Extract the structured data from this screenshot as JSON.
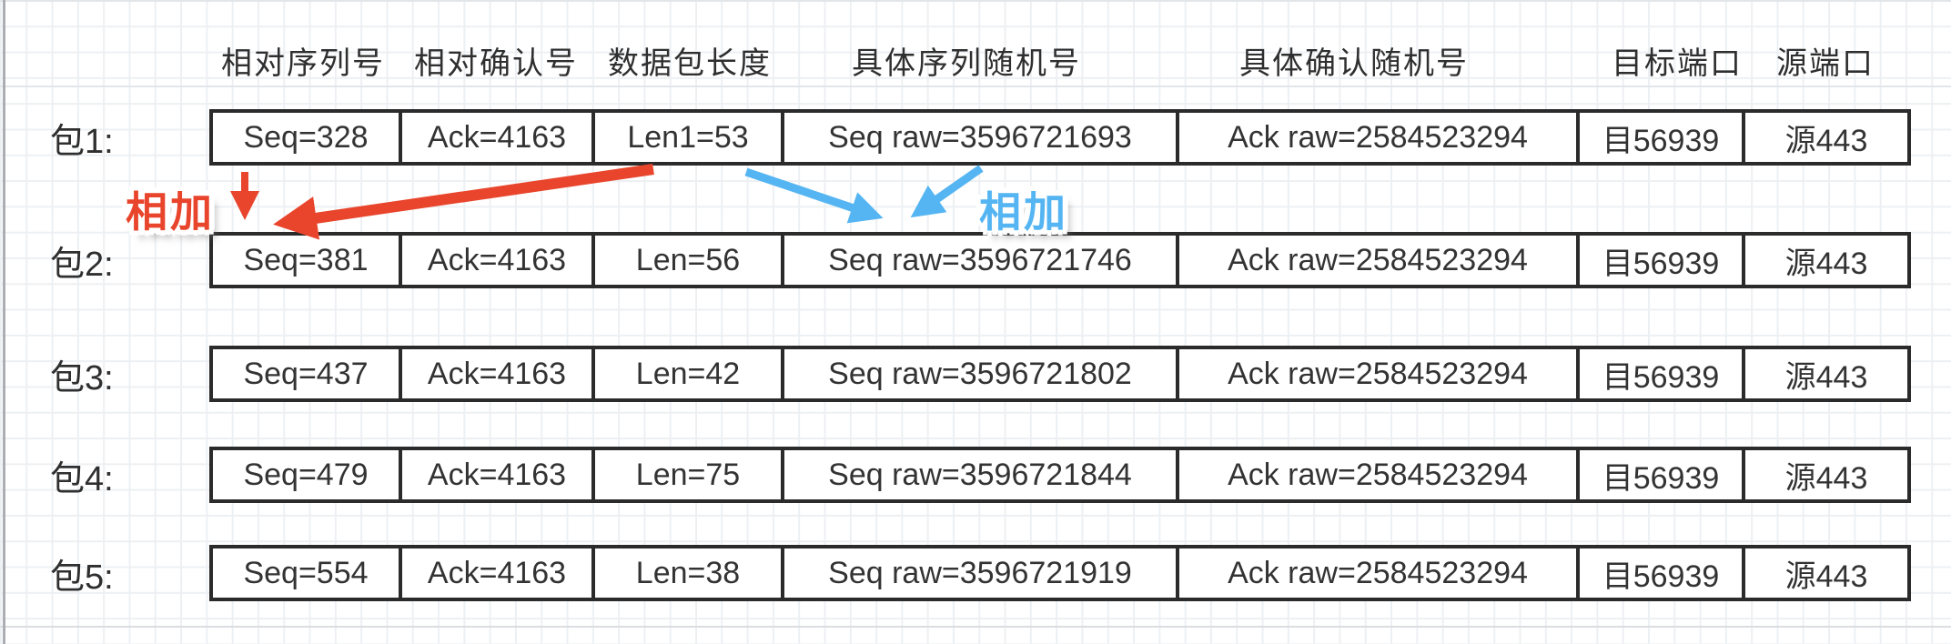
{
  "columns": [
    "相对序列号",
    "相对确认号",
    "数据包长度",
    "具体序列随机号",
    "具体确认随机号",
    "目标端口",
    "源端口"
  ],
  "packets": [
    {
      "label": "包1:",
      "cells": [
        "Seq=328",
        "Ack=4163",
        "Len1=53",
        "Seq raw=3596721693",
        "Ack raw=2584523294",
        "目56939",
        "源443"
      ]
    },
    {
      "label": "包2:",
      "cells": [
        "Seq=381",
        "Ack=4163",
        "Len=56",
        "Seq raw=3596721746",
        "Ack raw=2584523294",
        "目56939",
        "源443"
      ]
    },
    {
      "label": "包3:",
      "cells": [
        "Seq=437",
        "Ack=4163",
        "Len=42",
        "Seq raw=3596721802",
        "Ack raw=2584523294",
        "目56939",
        "源443"
      ]
    },
    {
      "label": "包4:",
      "cells": [
        "Seq=479",
        "Ack=4163",
        "Len=75",
        "Seq raw=3596721844",
        "Ack raw=2584523294",
        "目56939",
        "源443"
      ]
    },
    {
      "label": "包5:",
      "cells": [
        "Seq=554",
        "Ack=4163",
        "Len=38",
        "Seq raw=3596721919",
        "Ack raw=2584523294",
        "目56939",
        "源443"
      ]
    }
  ],
  "annotations": {
    "add_label_red": "相加",
    "add_label_blue": "相加"
  },
  "colors": {
    "arrow-red": "#e8452c",
    "arrow-blue": "#55b5f2",
    "border": "#2b2b2b",
    "grid": "#edf0f3"
  }
}
